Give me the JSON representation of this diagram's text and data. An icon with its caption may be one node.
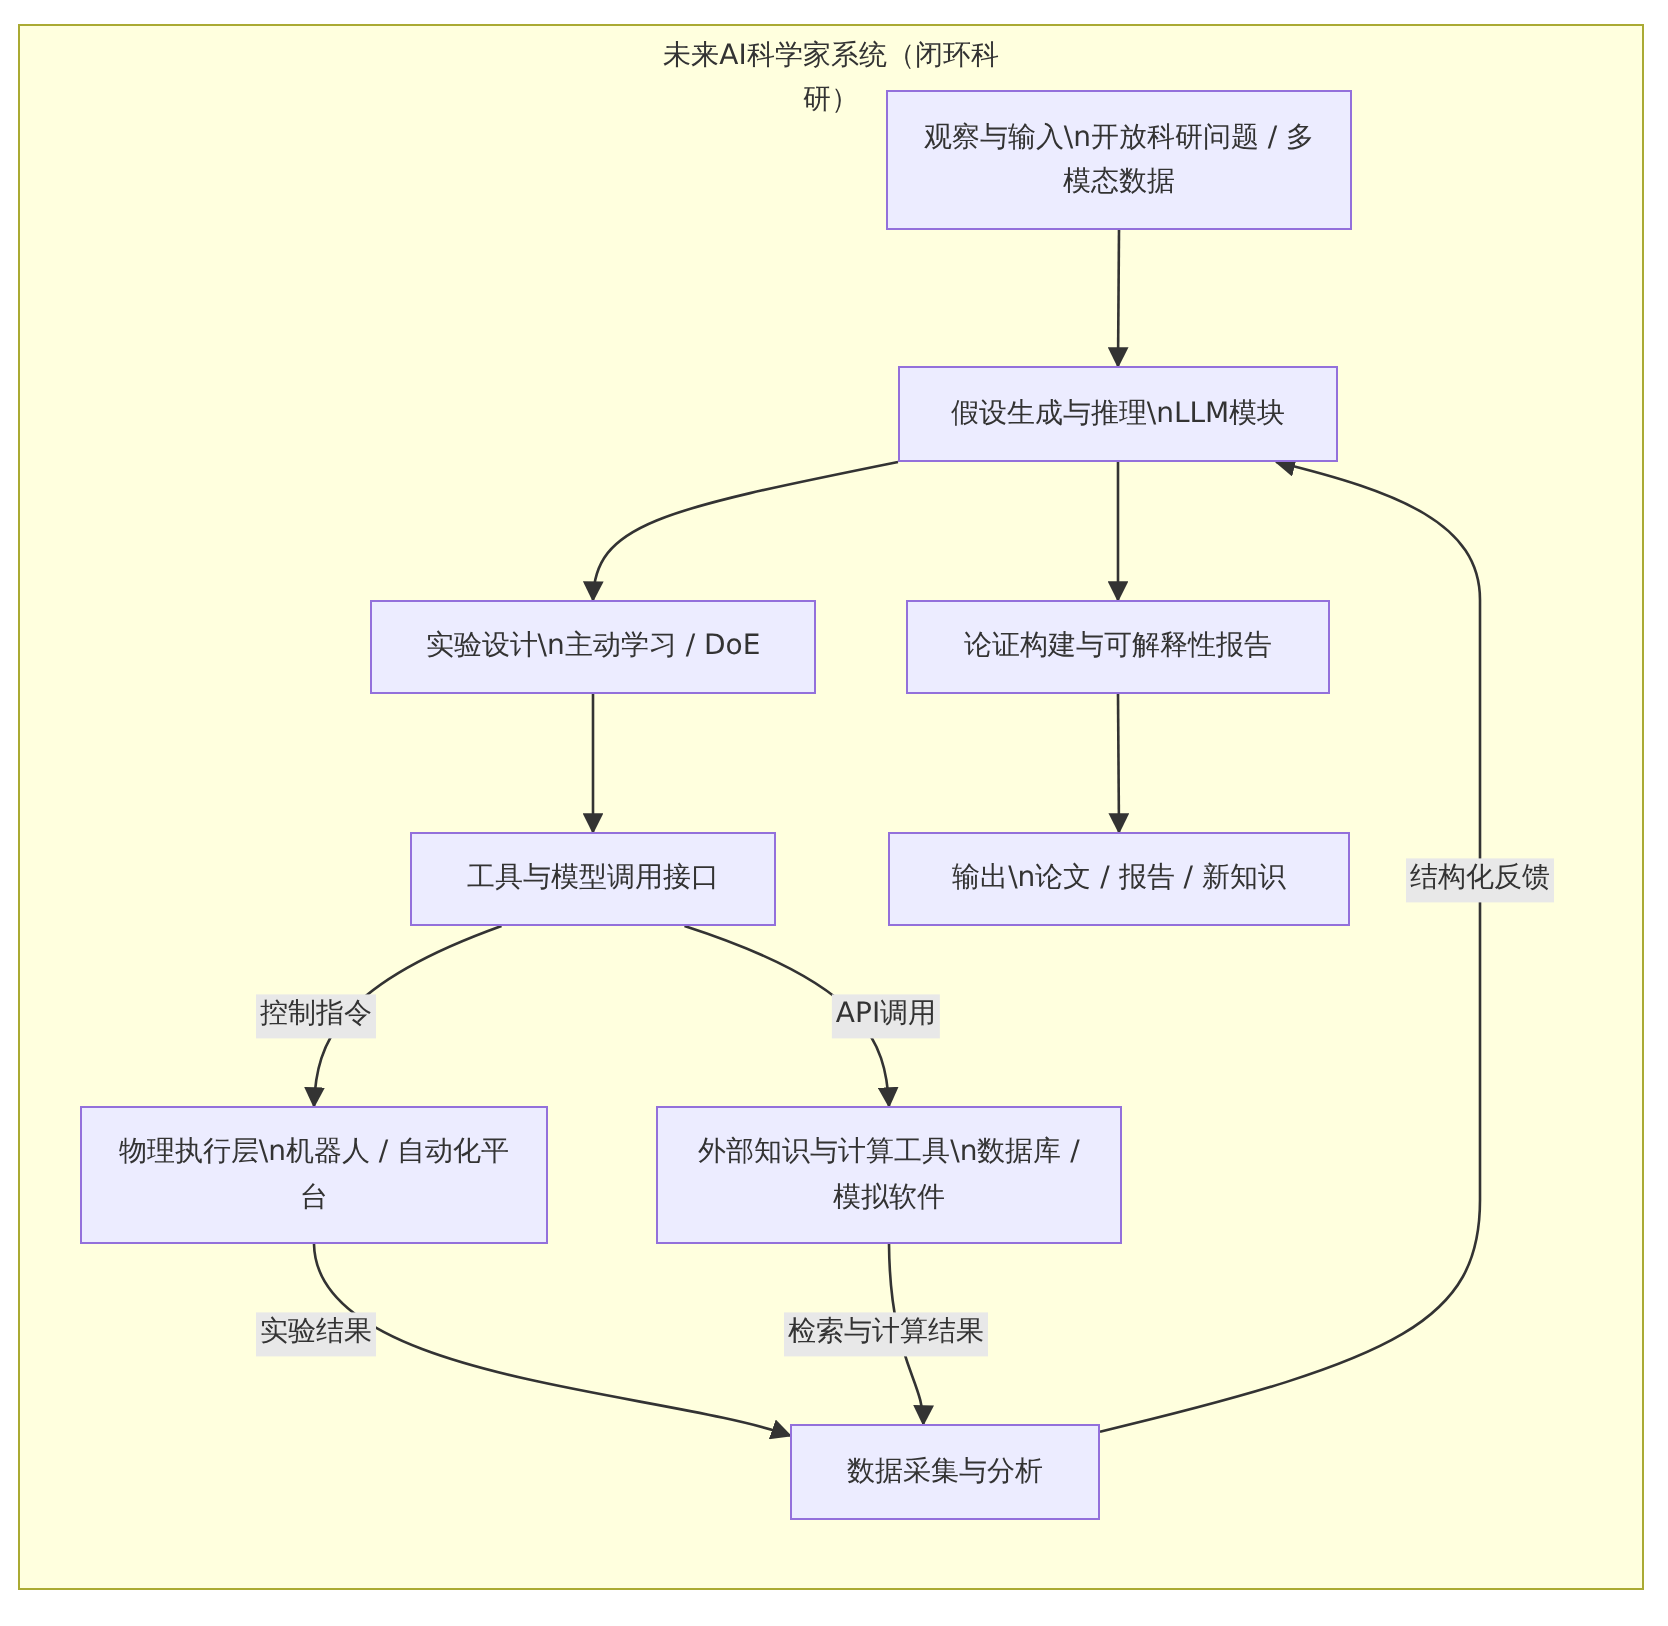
{
  "diagram": {
    "nodes": [
      {
        "text": [
          "未来AI科学家系统（闭环科研）"
        ]
      },
      {
        "text": [
          "观察与输入\\n开放科研问题 / 多模态数据"
        ],
        "in": 0
      },
      {
        "text": [
          "假设生成与推理\\nLLM模块"
        ],
        "in": 0
      },
      {
        "text": [
          "实验设计\\n主动学习 / DoE"
        ],
        "in": 0
      },
      {
        "text": [
          "论证构建与可解释性报告"
        ],
        "in": 0
      },
      {
        "text": [
          "工具与模型调用接口"
        ],
        "in": 0
      },
      {
        "text": [
          "输出\\n论文 / 报告 / 新知识"
        ],
        "in": 0
      },
      {
        "text": [
          "物理执行层\\n机器人 / 自动化平台"
        ],
        "in": 0
      },
      {
        "text": [
          "外部知识与计算工具\\n数据库 / 模拟软件"
        ],
        "in": 0
      },
      {
        "text": [
          "数据采集与分析"
        ],
        "in": 0
      }
    ],
    "edges": [
      {
        "from": 1,
        "to": 2,
        "arrow": "to"
      },
      {
        "from": 2,
        "to": 3,
        "arrow": "to"
      },
      {
        "from": 2,
        "to": 4,
        "arrow": "to"
      },
      {
        "from": 3,
        "to": 5,
        "arrow": "to"
      },
      {
        "from": 4,
        "to": 6,
        "arrow": "to"
      },
      {
        "from": 5,
        "to": 7,
        "arrow": "to",
        "label": "控制指令"
      },
      {
        "from": 5,
        "to": 8,
        "arrow": "to",
        "label": "API调用"
      },
      {
        "from": 7,
        "to": 9,
        "arrow": "to",
        "label": "实验结果"
      },
      {
        "from": 8,
        "to": 9,
        "arrow": "to",
        "label": "检索与计算结果"
      },
      {
        "from": 9,
        "to": 2,
        "arrow": "to",
        "label": "结构化反馈"
      }
    ]
  }
}
